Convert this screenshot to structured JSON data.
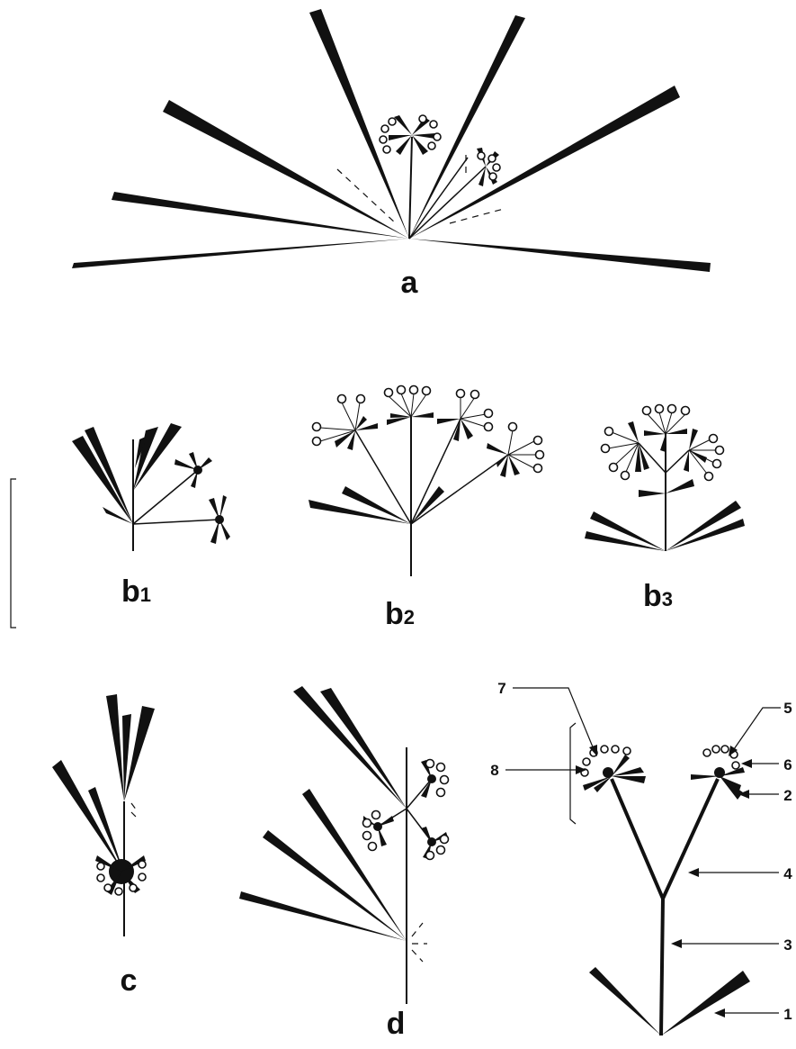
{
  "figure": {
    "panels": [
      {
        "id": "a",
        "label": "a"
      },
      {
        "id": "b1",
        "label_main": "b",
        "label_sub": "1"
      },
      {
        "id": "b2",
        "label_main": "b",
        "label_sub": "2"
      },
      {
        "id": "b3",
        "label_main": "b",
        "label_sub": "3"
      },
      {
        "id": "c",
        "label": "c"
      },
      {
        "id": "d",
        "label": "d"
      }
    ],
    "callouts": [
      "1",
      "2",
      "3",
      "4",
      "5",
      "6",
      "7",
      "8"
    ]
  }
}
